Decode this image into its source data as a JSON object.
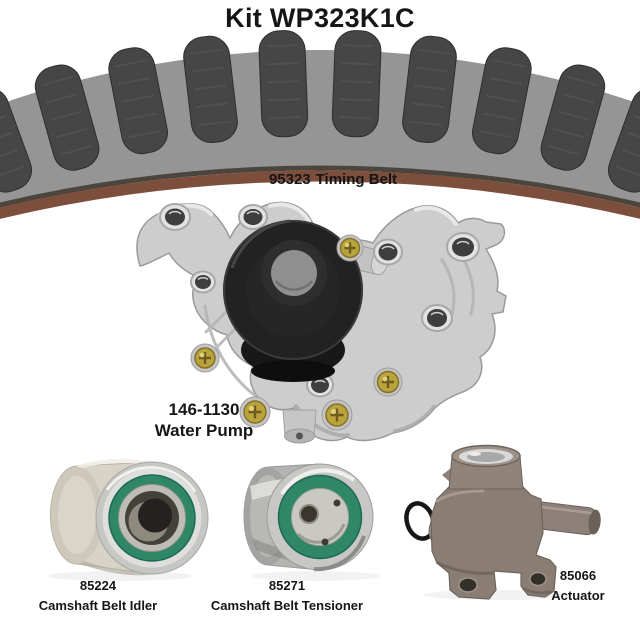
{
  "title": "Kit WP323K1C",
  "parts": [
    {
      "id": "timing-belt",
      "part_number": "95323",
      "name": "Timing Belt"
    },
    {
      "id": "water-pump",
      "part_number": "146-1130",
      "name": "Water Pump"
    },
    {
      "id": "idler",
      "part_number": "85224",
      "name": "Camshaft Belt Idler"
    },
    {
      "id": "tensioner",
      "part_number": "85271",
      "name": "Camshaft Belt Tensioner"
    },
    {
      "id": "actuator",
      "part_number": "85066",
      "name": "Actuator"
    }
  ],
  "colors": {
    "background": "#ffffff",
    "text": "#161616",
    "belt_tooth": "#464646",
    "belt_band": "#959595",
    "belt_edge_brown": "#7c4e3b",
    "belt_seam": "#4c453e",
    "pump_body": "#cdcdcd",
    "pulley_black": "#222222",
    "pulley_hub_gray": "#8f8f8f",
    "screw_gold": "#b9a33b",
    "seal_green": "#2f8767",
    "idler_body": "#d8d3c7",
    "metal_silver": "#c6c6c5",
    "actuator_body": "#8a7d74"
  }
}
